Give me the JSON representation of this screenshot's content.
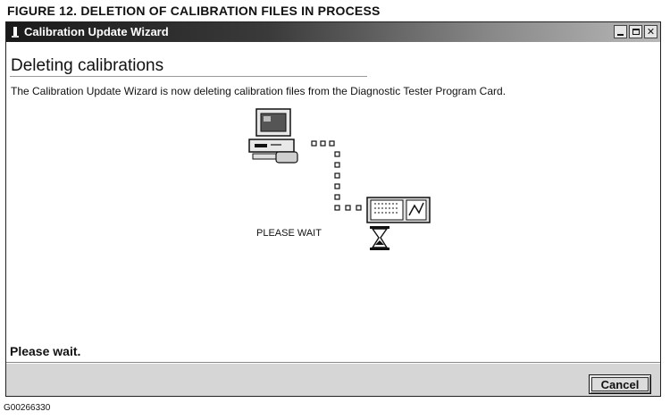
{
  "figure": {
    "caption": "FIGURE 12. DELETION OF CALIBRATION FILES IN PROCESS",
    "code": "G00266330"
  },
  "window": {
    "title": "Calibration Update Wizard",
    "icons": {
      "app": "wizard-icon",
      "minimize": "minimize-icon",
      "maximize": "maximize-icon",
      "close": "close-icon"
    },
    "close_glyph": "✕"
  },
  "content": {
    "heading": "Deleting calibrations",
    "description": "The Calibration Update Wizard is now deleting calibration files from the Diagnostic Tester Program Card.",
    "illustration": {
      "icons": [
        "computer-icon",
        "data-transfer-icon",
        "diagnostic-tester-icon",
        "hourglass-icon"
      ],
      "caption": "PLEASE WAIT"
    },
    "status": "Please wait."
  },
  "buttons": {
    "cancel_label": "Cancel"
  }
}
